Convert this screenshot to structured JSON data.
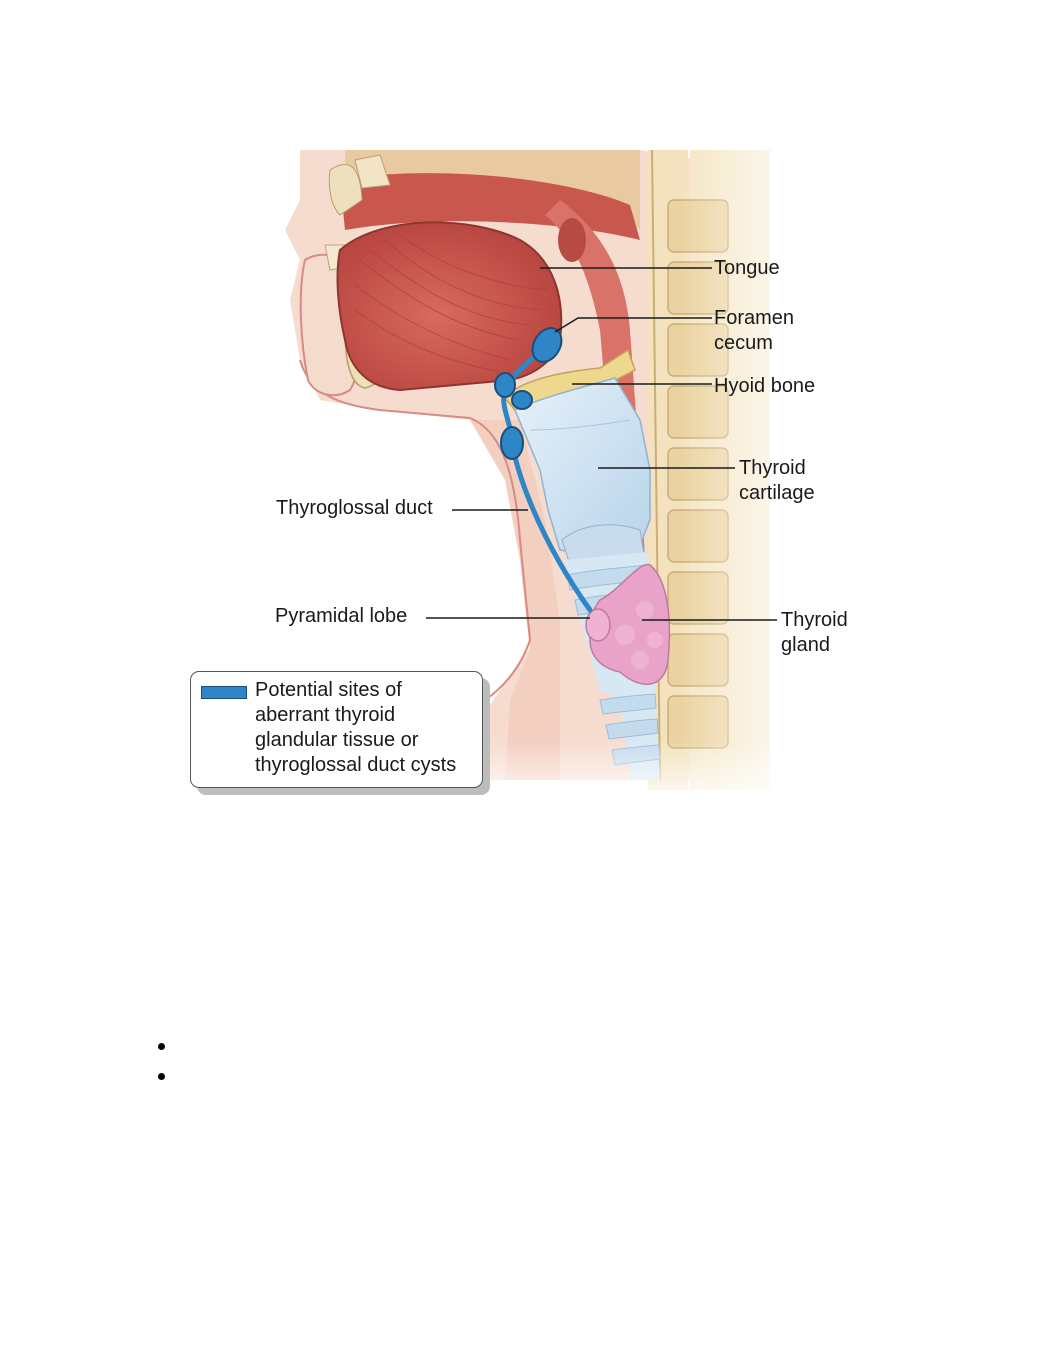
{
  "labels": {
    "tongue": "Tongue",
    "foramen_cecum": "Foramen\ncecum",
    "hyoid_bone": "Hyoid bone",
    "thyroid_cartilage": "Thyroid\ncartilage",
    "thyroglossal_duct": "Thyroglossal duct",
    "pyramidal_lobe": "Pyramidal lobe",
    "thyroid_gland": "Thyroid\ngland"
  },
  "legend": {
    "text": "Potential sites of aberrant thyroid glandular tissue or thyroglossal duct cysts",
    "swatch_color": "#2e86c6"
  },
  "bullets": [
    "",
    ""
  ],
  "colors": {
    "muscle": "#c9564f",
    "soft_tissue": "#f6d9cf",
    "cartilage": "#cfe3f2",
    "bone": "#eedd9a",
    "gland": "#e9a3c9",
    "duct": "#2e86c6"
  }
}
